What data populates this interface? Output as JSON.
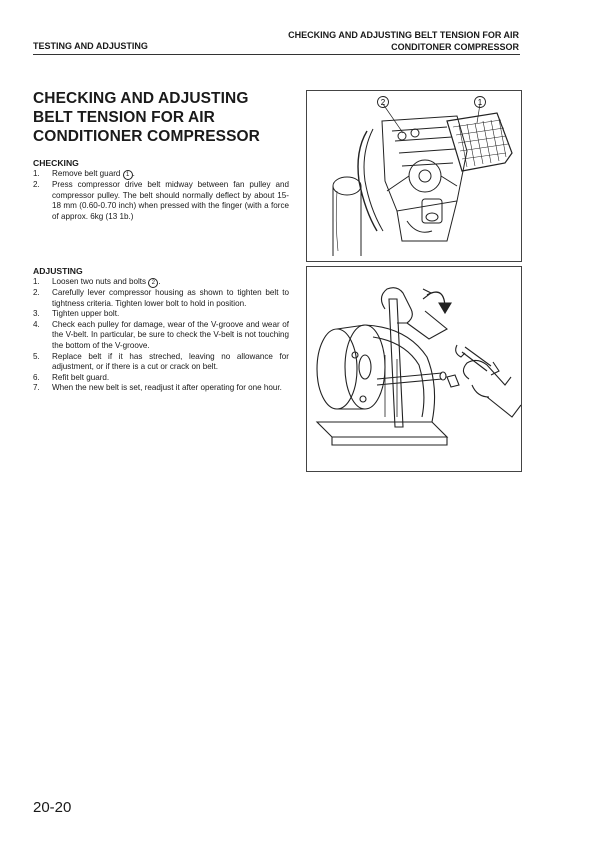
{
  "header": {
    "right_line1": "CHECKING AND ADJUSTING BELT TENSION FOR AIR",
    "right_line2": "CONDITONER COMPRESSOR",
    "left": "TESTING AND ADJUSTING"
  },
  "title": {
    "line1": "CHECKING AND ADJUSTING",
    "line2": "BELT TENSION FOR AIR",
    "line3": "CONDITIONER COMPRESSOR"
  },
  "checking": {
    "heading": "CHECKING",
    "steps": [
      {
        "num": "1.",
        "pre": "Remove belt guard ",
        "mark": "1",
        "post": "."
      },
      {
        "num": "2.",
        "pre": "Press compressor drive belt midway between fan pulley and compressor pulley. The belt should normally deflect by about 15-18 mm (0.60-0.70 inch) when pressed with the finger (with a force of approx. 6kg (13 1b.)",
        "mark": "",
        "post": ""
      }
    ]
  },
  "adjusting": {
    "heading": "ADJUSTING",
    "steps": [
      {
        "num": "1.",
        "pre": "Loosen two nuts and bolts ",
        "mark": "2",
        "post": "."
      },
      {
        "num": "2.",
        "pre": "Carefully lever compressor housing as shown to tighten belt to tightness criteria. Tighten lower bolt to hold in position.",
        "mark": "",
        "post": ""
      },
      {
        "num": "3.",
        "pre": "Tighten upper bolt.",
        "mark": "",
        "post": ""
      },
      {
        "num": "4.",
        "pre": "Check each pulley for damage, wear of the V-groove and wear of the V-belt. In particular, be sure to check the V-belt is not touching the bottom of the V-groove.",
        "mark": "",
        "post": ""
      },
      {
        "num": "5.",
        "pre": "Replace belt if it has streched, leaving no allowance for adjustment, or if there is a cut or crack on belt.",
        "mark": "",
        "post": ""
      },
      {
        "num": "6.",
        "pre": "Refit belt guard.",
        "mark": "",
        "post": ""
      },
      {
        "num": "7.",
        "pre": "When the new belt is set, readjust it after operating for one hour.",
        "mark": "",
        "post": ""
      }
    ]
  },
  "figure1": {
    "callout_2": "2",
    "callout_1": "1"
  },
  "page_number": "20-20"
}
